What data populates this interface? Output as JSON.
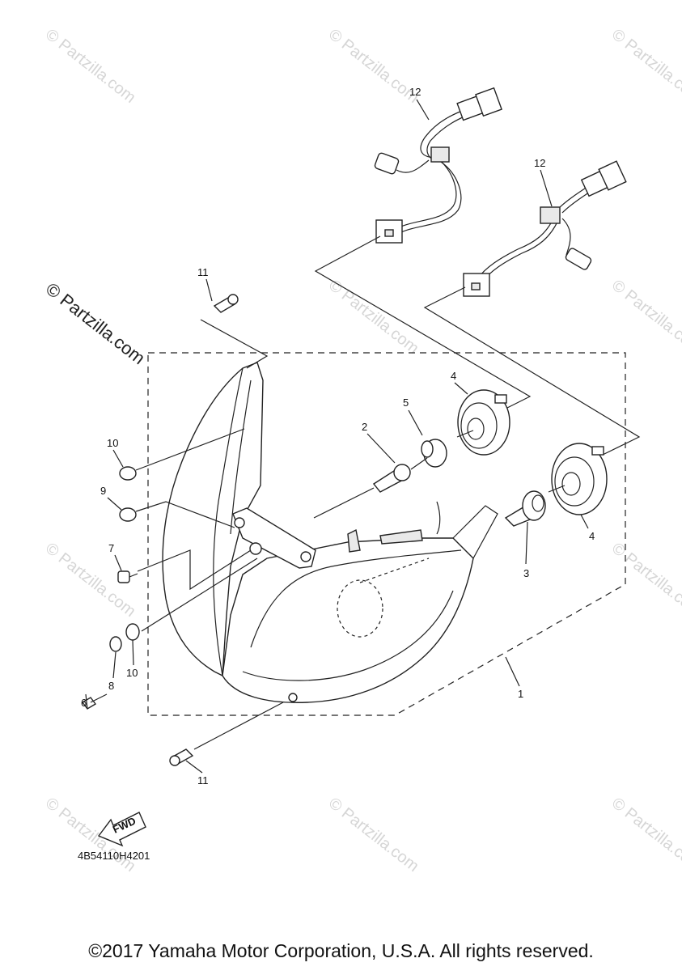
{
  "watermark": {
    "text": "© Partzilla.com",
    "prominent_text": "© Partzilla.com"
  },
  "callouts": {
    "c1": "1",
    "c2": "2",
    "c3": "3",
    "c4a": "4",
    "c4b": "4",
    "c5": "5",
    "c6": "6",
    "c7": "7",
    "c8": "8",
    "c9": "9",
    "c10a": "10",
    "c10b": "10",
    "c11a": "11",
    "c11b": "11",
    "c12a": "12",
    "c12b": "12"
  },
  "fwd_label": "FWD",
  "diagram_code": "4B54110H4201",
  "copyright": "©2017 Yamaha Motor Corporation, U.S.A. All rights reserved."
}
